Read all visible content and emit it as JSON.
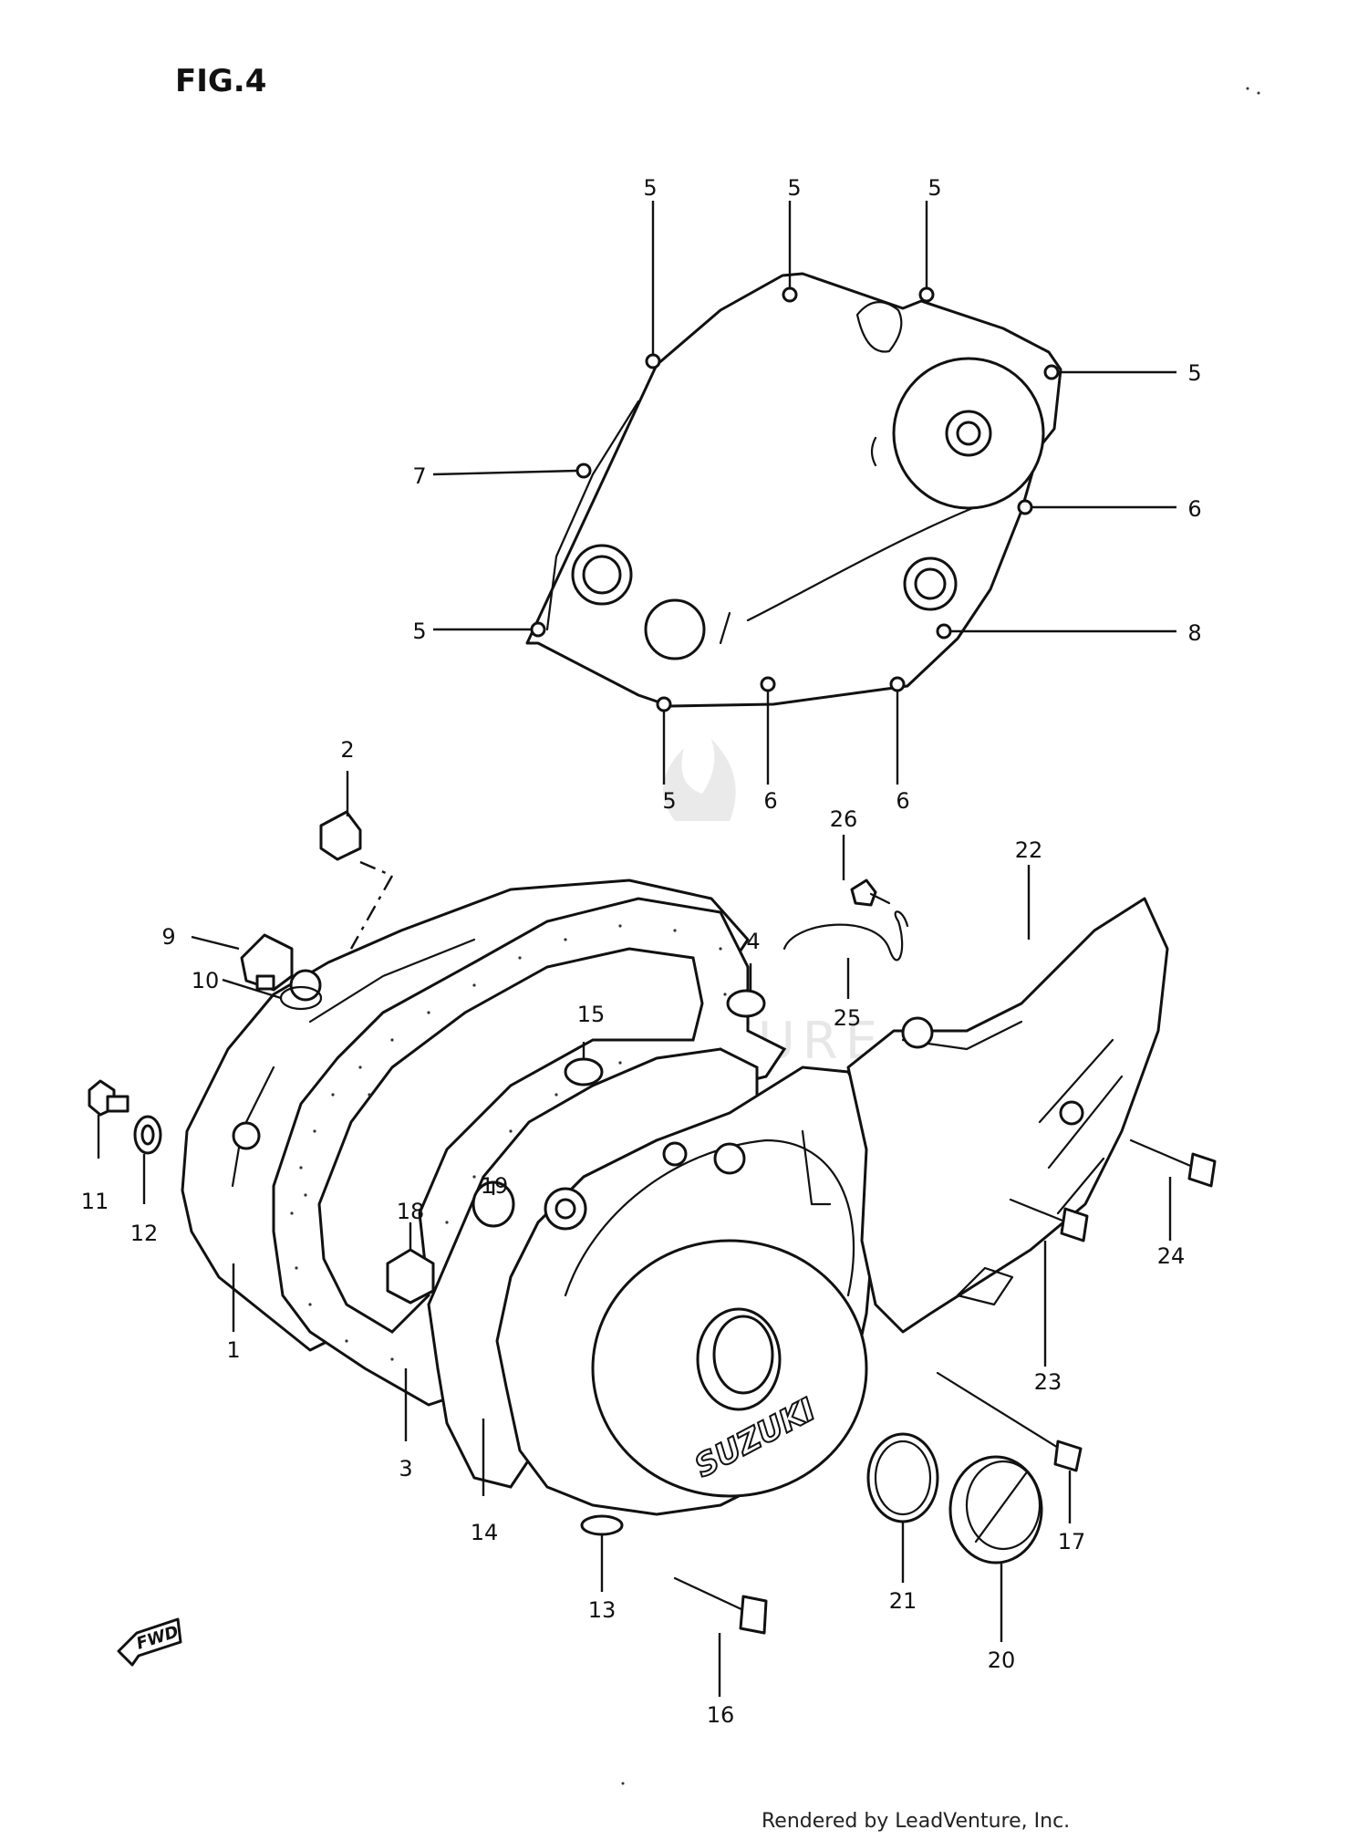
{
  "figure": {
    "title": "FIG.4"
  },
  "credit": "Rendered by LeadVenture, Inc.",
  "watermark": "LEADVENTURE",
  "cover_logo": "SUZUKI",
  "direction_marker": "FWD",
  "callouts": {
    "c1": "1",
    "c2": "2",
    "c3": "3",
    "c4": "4",
    "c5a": "5",
    "c5b": "5",
    "c5c": "5",
    "c5d": "5",
    "c5e": "5",
    "c5f": "5",
    "c6a": "6",
    "c6b": "6",
    "c6c": "6",
    "c7": "7",
    "c8": "8",
    "c9": "9",
    "c10": "10",
    "c11": "11",
    "c12": "12",
    "c13": "13",
    "c14": "14",
    "c15": "15",
    "c16": "16",
    "c17": "17",
    "c18": "18",
    "c19": "19",
    "c20": "20",
    "c21": "21",
    "c22": "22",
    "c23": "23",
    "c24": "24",
    "c25": "25",
    "c26": "26"
  }
}
